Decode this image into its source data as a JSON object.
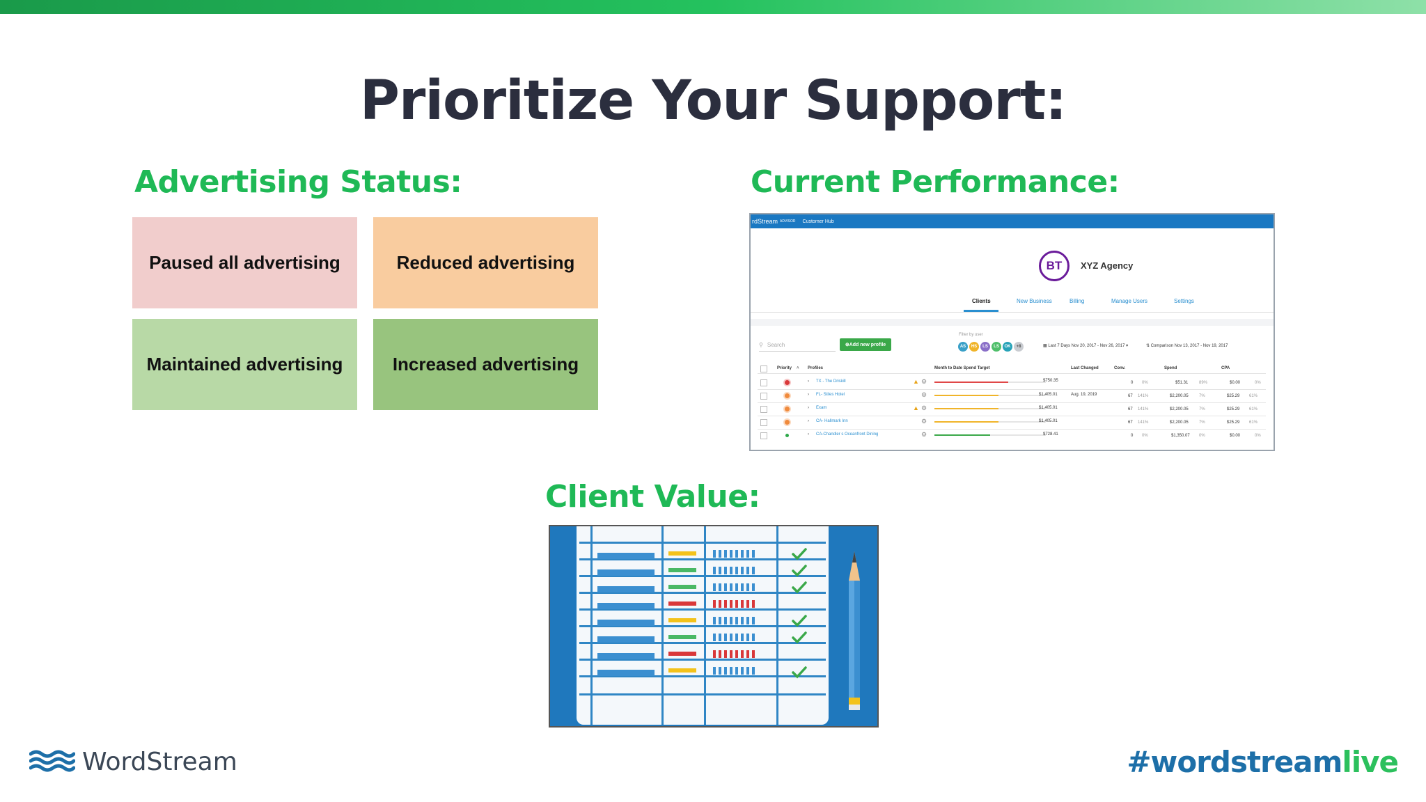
{
  "slide": {
    "title": "Prioritize Your Support:"
  },
  "advertising": {
    "title": "Advertising Status:",
    "boxes": [
      {
        "label": "Paused all advertising",
        "color": "#f1cdcc"
      },
      {
        "label": "Reduced advertising",
        "color": "#f9cc9f"
      },
      {
        "label": "Maintained advertising",
        "color": "#b8d9a6"
      },
      {
        "label": "Increased advertising",
        "color": "#98c47e"
      }
    ]
  },
  "performance": {
    "title": "Current Performance:",
    "header": {
      "brand": "rdStream",
      "brand_sub": "ADVISOR",
      "hub": "Customer Hub"
    },
    "logo": "BT",
    "agency": "XYZ Agency",
    "tabs": [
      "Clients",
      "New Business",
      "Billing",
      "Manage Users",
      "Settings"
    ],
    "search_placeholder": "Search",
    "add_button": "Add new profile",
    "filter_label": "Filter by user",
    "avatars": [
      "AS",
      "HS",
      "LS",
      "LS",
      "OK",
      "+8"
    ],
    "date_range": "Last 7 Days Nov 20, 2017 - Nov 26, 2017",
    "comparison": "Comparison Nov 13, 2017 - Nov 19, 2017",
    "columns": [
      "Priority",
      "Profiles",
      "Month to Date Spend Target",
      "Last Changed",
      "Conv.",
      "Spend",
      "CPA"
    ],
    "rows": [
      {
        "profile": "TX - The Driskill",
        "spend_target": "$750.35",
        "last_changed": "",
        "conv": "0",
        "conv_pct": "0%",
        "spend": "$51.31",
        "spend_pct": "89%",
        "cpa": "$0.00",
        "cpa_pct": "0%",
        "priority": "#d9383a"
      },
      {
        "profile": "FL- Stiles Hotel",
        "spend_target": "$1,405.01",
        "last_changed": "Aug. 19, 2019",
        "conv": "67",
        "conv_pct": "141%",
        "spend": "$2,200.05",
        "spend_pct": "7%",
        "cpa": "$25.29",
        "cpa_pct": "61%",
        "priority": "#f08a3c"
      },
      {
        "profile": "Exam",
        "spend_target": "$1,405.01",
        "last_changed": "",
        "conv": "67",
        "conv_pct": "141%",
        "spend": "$2,200.05",
        "spend_pct": "7%",
        "cpa": "$25.29",
        "cpa_pct": "61%",
        "priority": "#f08a3c"
      },
      {
        "profile": "CA- Hallmark Inn",
        "spend_target": "$1,405.01",
        "last_changed": "",
        "conv": "67",
        "conv_pct": "141%",
        "spend": "$2,200.05",
        "spend_pct": "7%",
        "cpa": "$25.29",
        "cpa_pct": "61%",
        "priority": "#f08a3c"
      },
      {
        "profile": "CA-Chandler s Oceanfront Dining",
        "spend_target": "$728.41",
        "last_changed": "",
        "conv": "0",
        "conv_pct": "0%",
        "spend": "$1,350.07",
        "spend_pct": "0%",
        "cpa": "$0.00",
        "cpa_pct": "0%",
        "priority": "#2ea84a"
      }
    ]
  },
  "client_value": {
    "title": "Client Value:"
  },
  "footer": {
    "brand": "WordStream",
    "hashtag_a": "#wordstream",
    "hashtag_b": "live",
    "hashtag_a_color": "#1d6fa8",
    "hashtag_b_color": "#2cc05d"
  }
}
